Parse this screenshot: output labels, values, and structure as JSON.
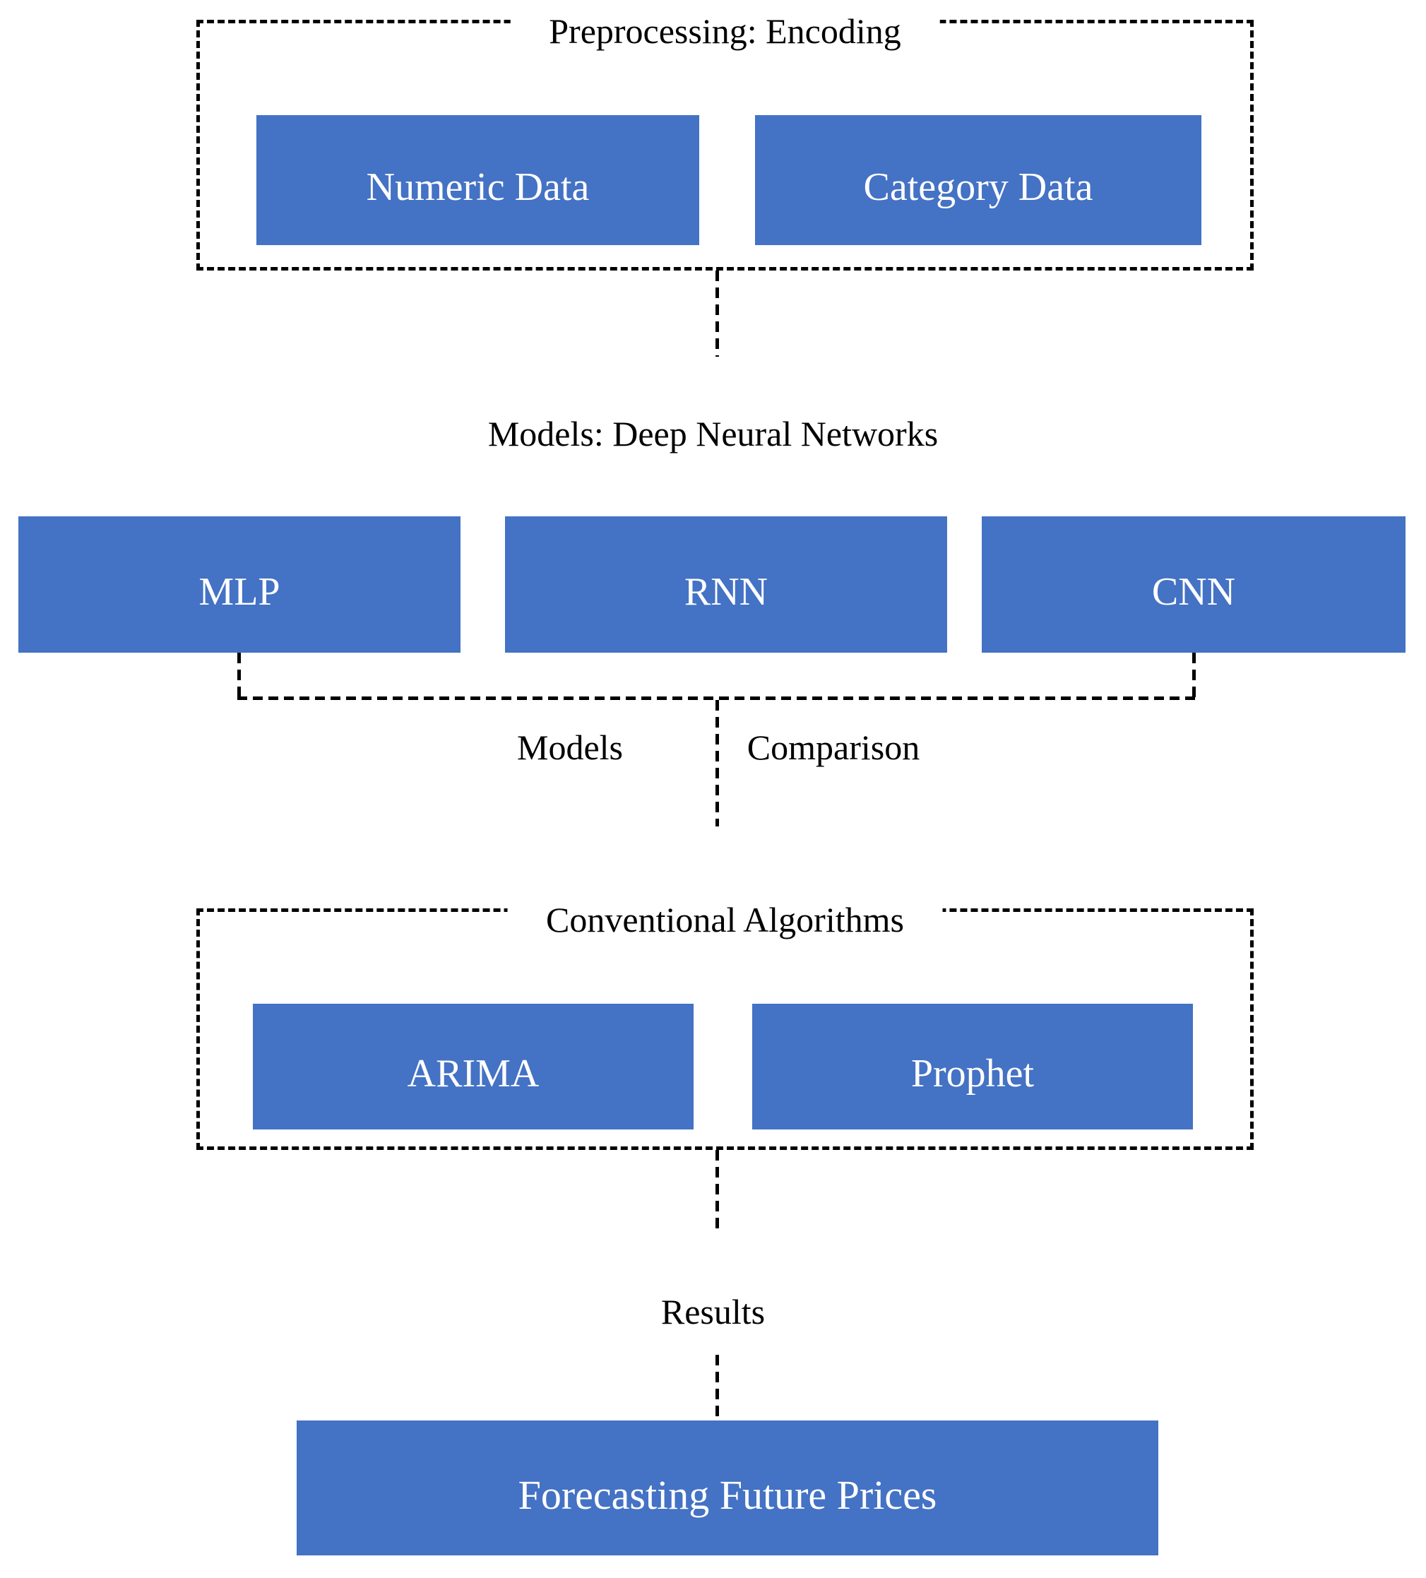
{
  "diagram": {
    "palette": {
      "box_fill": "#4472C4",
      "box_text": "#ffffff",
      "line_color": "#000000",
      "background": "#ffffff"
    },
    "preprocessing": {
      "title": "Preprocessing: Encoding",
      "boxes": [
        {
          "label": "Numeric Data"
        },
        {
          "label": "Category Data"
        }
      ]
    },
    "models": {
      "title": "Models: Deep Neural Networks",
      "boxes": [
        {
          "label": "MLP"
        },
        {
          "label": "RNN"
        },
        {
          "label": "CNN"
        }
      ]
    },
    "comparison_labels": {
      "left": "Models",
      "right": "Comparison"
    },
    "conventional": {
      "title": "Conventional Algorithms",
      "boxes": [
        {
          "label": "ARIMA"
        },
        {
          "label": "Prophet"
        }
      ]
    },
    "results_label": "Results",
    "forecast_box": {
      "label": "Forecasting Future Prices"
    }
  }
}
